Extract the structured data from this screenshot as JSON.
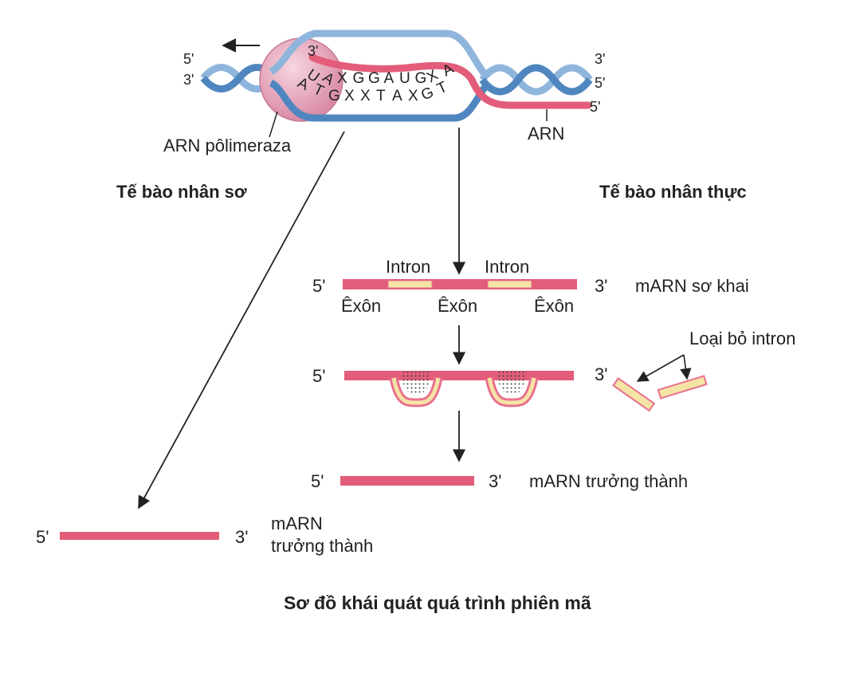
{
  "colors": {
    "rna": "#e35d7a",
    "dna": "#8fb5dc",
    "dna_dark": "#4f86c0",
    "polymerase": "#e8a9bd",
    "intron_fill": "#f5e4a6",
    "intron_edge": "#e8708c",
    "arrow": "#222222"
  },
  "top": {
    "left_5": "5'",
    "left_3": "3'",
    "right_3": "3'",
    "right_5a": "5'",
    "right_5b": "5'",
    "bubble_3": "3'",
    "rna_seq": [
      "U",
      "A",
      "X",
      "G",
      "G",
      "A",
      "U",
      "G",
      "X",
      "A"
    ],
    "dna_seq": [
      "A",
      "T",
      "G",
      "X",
      "X",
      "T",
      "A",
      "X",
      "G",
      "T"
    ],
    "polymerase_label": "ARN pôlimeraza",
    "rna_label": "ARN"
  },
  "prokaryote": {
    "heading": "Tế bào nhân sơ",
    "end5": "5'",
    "end3": "3'",
    "mrna_label_line1": "mARN",
    "mrna_label_line2": "trưởng thành"
  },
  "eukaryote": {
    "heading": "Tế bào nhân thực",
    "pre_mrna": {
      "end5": "5'",
      "end3": "3'",
      "label": "mARN sơ khai",
      "introns": [
        "Intron",
        "Intron"
      ],
      "exons": [
        "Êxôn",
        "Êxôn",
        "Êxôn"
      ]
    },
    "splicing": {
      "end5": "5'",
      "end3": "3'",
      "removed_label": "Loại bỏ intron"
    },
    "mature": {
      "end5": "5'",
      "end3": "3'",
      "label": "mARN trưởng thành"
    }
  },
  "caption": "Sơ đồ khái quát quá trình phiên mã"
}
